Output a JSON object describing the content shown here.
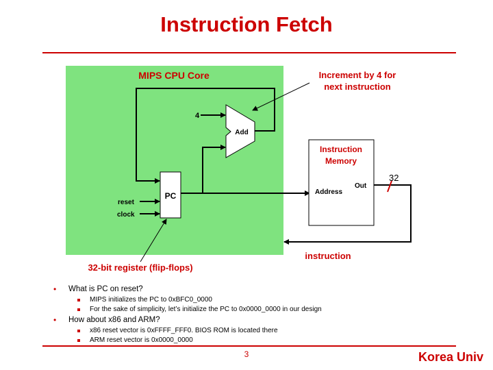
{
  "slide": {
    "title": "Instruction Fetch",
    "page_number": "3",
    "footer": "Korea Univ"
  },
  "diagram": {
    "core_label": "MIPS CPU Core",
    "add_input": "4",
    "adder_label": "Add",
    "pc_label": "PC",
    "reset_label": "reset",
    "clock_label": "clock",
    "memory_title_line1": "Instruction",
    "memory_title_line2": "Memory",
    "address_label": "Address",
    "out_label": "Out",
    "bus_width": "32",
    "increment_note_line1": "Increment by 4 for",
    "increment_note_line2": "next instruction",
    "register_note": "32-bit register (flip-flops)",
    "instruction_label": "instruction",
    "colors": {
      "core_fill": "#7fe37f",
      "accent": "#cc0000"
    }
  },
  "bullets": [
    {
      "text": "What is PC on reset?",
      "subitems": [
        "MIPS initializes the PC to 0xBFC0_0000",
        "For the sake of simplicity, let’s initialize the PC to 0x0000_0000 in our design"
      ]
    },
    {
      "text": "How about x86 and ARM?",
      "subitems": [
        "x86 reset vector is 0xFFFF_FFF0. BIOS ROM is located there",
        "ARM reset vector is 0x0000_0000"
      ]
    }
  ]
}
